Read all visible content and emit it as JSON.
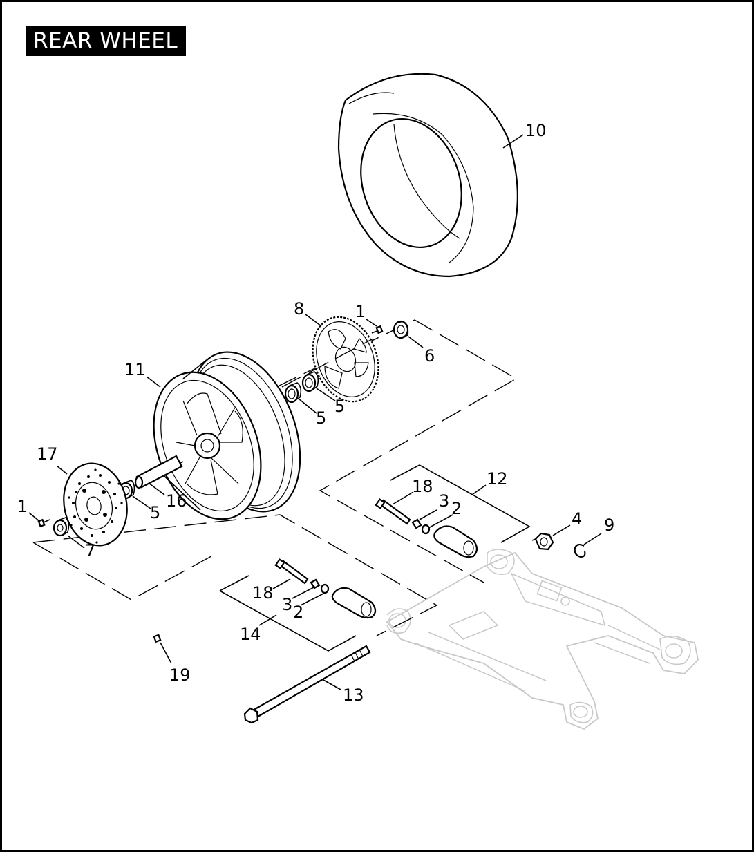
{
  "title": "REAR WHEEL",
  "callouts": [
    {
      "id": "c10",
      "text": "10"
    },
    {
      "id": "c8",
      "text": "8"
    },
    {
      "id": "c1a",
      "text": "1"
    },
    {
      "id": "c6",
      "text": "6"
    },
    {
      "id": "c11",
      "text": "11"
    },
    {
      "id": "c5a",
      "text": "5"
    },
    {
      "id": "c5b",
      "text": "5"
    },
    {
      "id": "c17",
      "text": "17"
    },
    {
      "id": "c1b",
      "text": "1"
    },
    {
      "id": "c7",
      "text": "7"
    },
    {
      "id": "c5c",
      "text": "5"
    },
    {
      "id": "c16",
      "text": "16"
    },
    {
      "id": "c12",
      "text": "12"
    },
    {
      "id": "c18a",
      "text": "18"
    },
    {
      "id": "c3a",
      "text": "3"
    },
    {
      "id": "c2a",
      "text": "2"
    },
    {
      "id": "c4",
      "text": "4"
    },
    {
      "id": "c9",
      "text": "9"
    },
    {
      "id": "c18b",
      "text": "18"
    },
    {
      "id": "c3b",
      "text": "3"
    },
    {
      "id": "c2b",
      "text": "2"
    },
    {
      "id": "c14",
      "text": "14"
    },
    {
      "id": "c19",
      "text": "19"
    },
    {
      "id": "c13",
      "text": "13"
    }
  ]
}
